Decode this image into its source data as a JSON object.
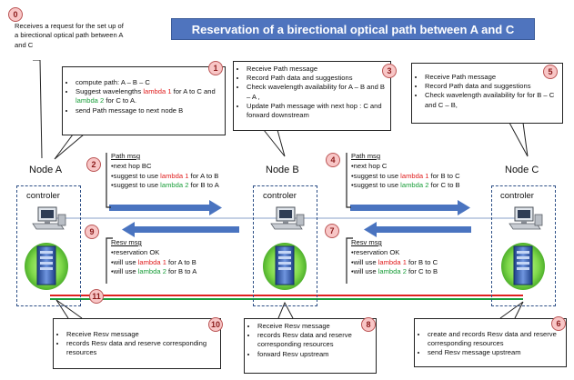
{
  "title": "Reservation of a birectional optical path between A and C",
  "nodes": {
    "a": {
      "label": "Node A",
      "controller": "controler"
    },
    "b": {
      "label": "Node B",
      "controller": "controler"
    },
    "c": {
      "label": "Node C",
      "controller": "controler"
    }
  },
  "steps": {
    "s0": {
      "num": "0",
      "text": "Receives a request for the set up of a birectional optical path between A and C"
    },
    "s1": {
      "num": "1",
      "items": [
        {
          "parts": [
            {
              "t": "compute path: A – B – C"
            }
          ]
        },
        {
          "parts": [
            {
              "t": "Suggest wavelengths "
            },
            {
              "t": "lambda 1",
              "c": "red"
            },
            {
              "t": " for A to C and "
            },
            {
              "t": "lambda 2",
              "c": "green"
            },
            {
              "t": " for C to A."
            }
          ]
        },
        {
          "parts": [
            {
              "t": "send Path message to next node B"
            }
          ]
        }
      ]
    },
    "s2": {
      "num": "2"
    },
    "s3": {
      "num": "3",
      "items": [
        "Receive Path message",
        "Record Path data and suggestions",
        "Check wavelength availability for A – B and B – A ,",
        "Update Path message with next hop : C and forward downstream"
      ]
    },
    "s4": {
      "num": "4"
    },
    "s5": {
      "num": "5",
      "items": [
        "Receive Path message",
        "Record Path data and suggestions",
        "Check wavelength availability for for B – C and C – B,"
      ]
    },
    "s6": {
      "num": "6",
      "items": [
        "create and records Resv data and reserve corresponding resources",
        "send Resv message upstream"
      ]
    },
    "s7": {
      "num": "7"
    },
    "s8": {
      "num": "8",
      "items": [
        "Receive Resv message",
        "records Resv data and reserve corresponding resources",
        "forward Resv upstream"
      ]
    },
    "s9": {
      "num": "9"
    },
    "s10": {
      "num": "10",
      "items": [
        "Receive Resv message",
        "records Resv data and reserve corresponding resources"
      ]
    },
    "s11": {
      "num": "11"
    }
  },
  "messages": {
    "path_ab": {
      "header": "Path msg",
      "lines": [
        [
          {
            "t": "•next hop BC"
          }
        ],
        [
          {
            "t": "•suggest to use "
          },
          {
            "t": "lambda 1",
            "c": "red"
          },
          {
            "t": " for A to B"
          }
        ],
        [
          {
            "t": "•suggest to use "
          },
          {
            "t": "lambda 2",
            "c": "green"
          },
          {
            "t": " for B to A"
          }
        ]
      ]
    },
    "path_bc": {
      "header": "Path msg",
      "lines": [
        [
          {
            "t": "•next hop C"
          }
        ],
        [
          {
            "t": "•suggest to use "
          },
          {
            "t": "lambda 1",
            "c": "red"
          },
          {
            "t": " for B to C"
          }
        ],
        [
          {
            "t": "•suggest to use "
          },
          {
            "t": "lambda 2",
            "c": "green"
          },
          {
            "t": " for C to B"
          }
        ]
      ]
    },
    "resv_ba": {
      "header": "Resv msg",
      "lines": [
        [
          {
            "t": "•reservation OK"
          }
        ],
        [
          {
            "t": "•will use "
          },
          {
            "t": "lambda 1",
            "c": "red"
          },
          {
            "t": " for A to B"
          }
        ],
        [
          {
            "t": "•will use "
          },
          {
            "t": "lambda 2",
            "c": "green"
          },
          {
            "t": " for B to A"
          }
        ]
      ]
    },
    "resv_cb": {
      "header": "Resv msg",
      "lines": [
        [
          {
            "t": "•reservation OK"
          }
        ],
        [
          {
            "t": "•will use "
          },
          {
            "t": "lambda 1",
            "c": "red"
          },
          {
            "t": " for B to C"
          }
        ],
        [
          {
            "t": "•will use "
          },
          {
            "t": "lambda 2",
            "c": "green"
          },
          {
            "t": " for C to B"
          }
        ]
      ]
    }
  },
  "colors": {
    "title_bg": "#4f74be",
    "arrow": "#4a74c0",
    "lambda1": "#e02020",
    "lambda2": "#1a9e3a",
    "badge_bg": "#f8c6c6",
    "controller_border": "#2d4f86"
  }
}
